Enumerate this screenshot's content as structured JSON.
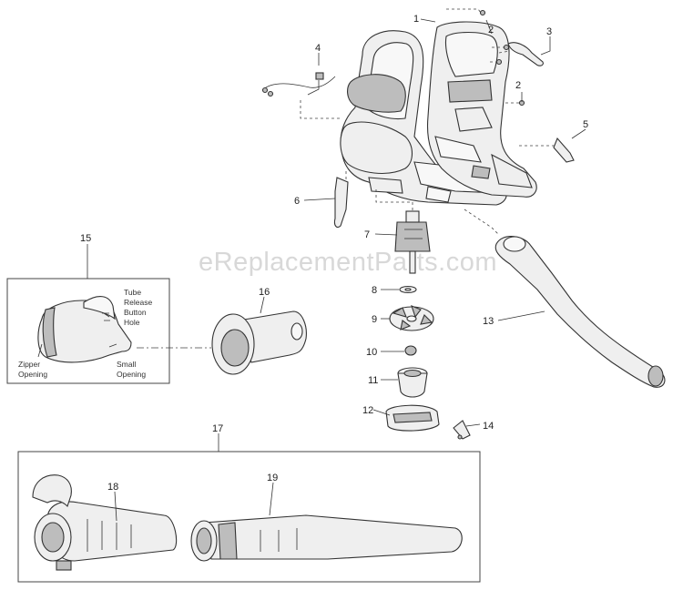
{
  "watermark": "eReplacementParts.com",
  "callouts": [
    {
      "id": "1",
      "label": "1"
    },
    {
      "id": "2a",
      "label": "2"
    },
    {
      "id": "2b",
      "label": "2"
    },
    {
      "id": "3",
      "label": "3"
    },
    {
      "id": "4",
      "label": "4"
    },
    {
      "id": "5",
      "label": "5"
    },
    {
      "id": "6",
      "label": "6"
    },
    {
      "id": "7",
      "label": "7"
    },
    {
      "id": "8",
      "label": "8"
    },
    {
      "id": "9",
      "label": "9"
    },
    {
      "id": "10",
      "label": "10"
    },
    {
      "id": "11",
      "label": "11"
    },
    {
      "id": "12",
      "label": "12"
    },
    {
      "id": "13",
      "label": "13"
    },
    {
      "id": "14",
      "label": "14"
    },
    {
      "id": "15",
      "label": "15"
    },
    {
      "id": "16",
      "label": "16"
    },
    {
      "id": "17",
      "label": "17"
    },
    {
      "id": "18",
      "label": "18"
    },
    {
      "id": "19",
      "label": "19"
    }
  ],
  "bag_notes": {
    "tube_release": [
      "Tube",
      "Release",
      "Button",
      "Hole"
    ],
    "zipper": [
      "Zipper",
      "Opening"
    ],
    "small": [
      "Small",
      "Opening"
    ]
  }
}
